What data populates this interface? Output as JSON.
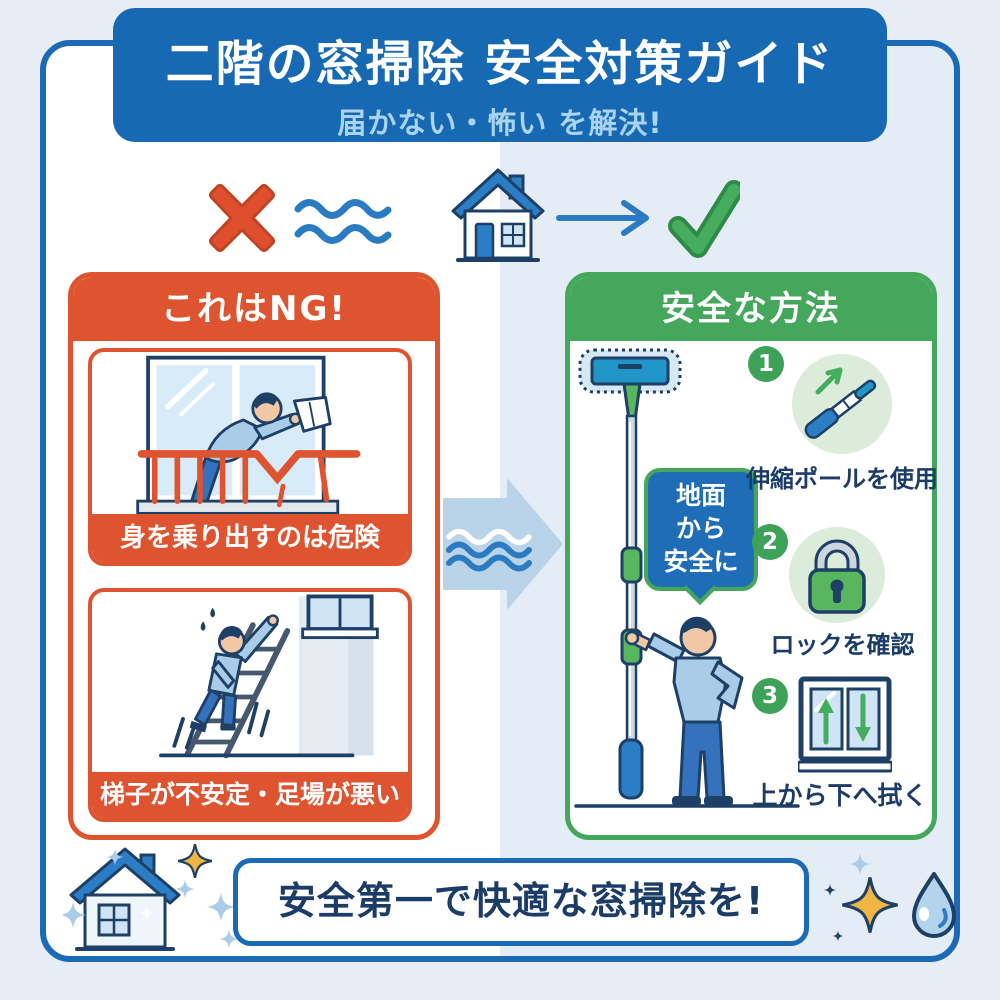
{
  "title": {
    "main": "二階の窓掃除 安全対策ガイド",
    "subtitle": "届かない・怖い を解決!"
  },
  "flow_icons": [
    "x-mark-icon",
    "waves-icon",
    "house-icon",
    "arrow-right-icon",
    "check-mark-icon"
  ],
  "ng_panel": {
    "header": "これはNG!",
    "items": [
      {
        "caption": "身を乗り出すのは危険",
        "illustration": "person-leaning-out-of-second-floor-window"
      },
      {
        "caption": "梯子が不安定・足場が悪い",
        "illustration": "person-on-unstable-ladder"
      }
    ]
  },
  "safe_panel": {
    "header": "安全な方法",
    "bubble": {
      "lines": [
        "地面",
        "から",
        "安全に"
      ]
    },
    "steps": [
      {
        "num": "1",
        "label": "伸縮ポールを使用",
        "icon": "telescopic-pole-icon"
      },
      {
        "num": "2",
        "label": "ロックを確認",
        "icon": "padlock-icon"
      },
      {
        "num": "3",
        "label": "上から下へ拭く",
        "icon": "window-wipe-top-to-bottom-icon"
      }
    ]
  },
  "footer": {
    "message": "安全第一で快適な窓掃除を!"
  },
  "colors": {
    "frame_blue": "#1a6ab5",
    "title_bg": "#1769b4",
    "ng_orange": "#df5430",
    "safe_green": "#45a75c",
    "navy_outline": "#1e4066",
    "panel_bg": "#ffffff",
    "right_bg": "#e4ecf5",
    "arrow_fill": "#b9d3e8",
    "wave_blue": "#2b7bc3",
    "gold": "#f0b643",
    "drop_blue": "#b3d4ec"
  }
}
